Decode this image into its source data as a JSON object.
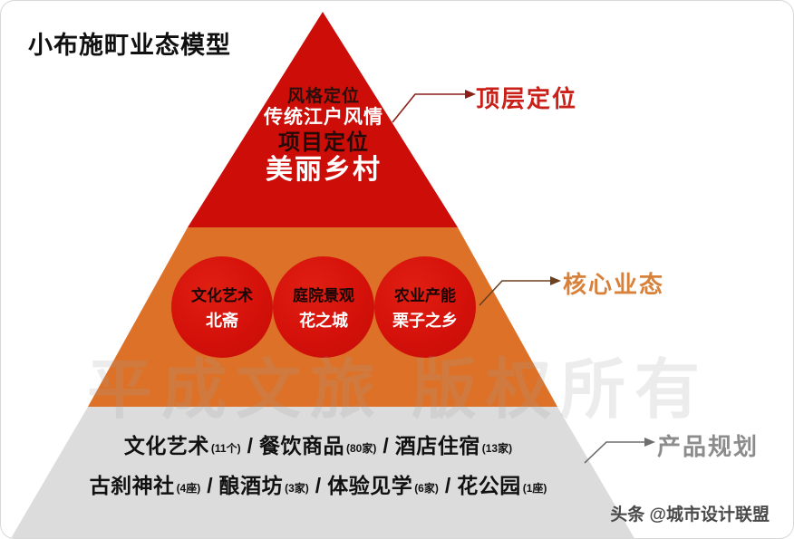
{
  "page": {
    "title": "小布施町业态模型",
    "watermark": "平成文旅 版权所有",
    "footer_credit": "头条 @城市设计联盟"
  },
  "colors": {
    "top_tier": "#CC0D08",
    "middle_tier": "#DC7127",
    "base_tier": "#DCDCDC",
    "circle": "#D4110A",
    "label_top": "#C9211A",
    "label_core": "#D8813A",
    "label_base": "#8C8C8C",
    "title": "#101010"
  },
  "pyramid": {
    "top_tier": {
      "label": "顶层定位",
      "lines": [
        {
          "text": "风格定位",
          "style": "dark"
        },
        {
          "text": "传统江户风情",
          "style": "light"
        },
        {
          "text": "项目定位",
          "style": "dark"
        },
        {
          "text": "美丽乡村",
          "style": "light-large"
        }
      ]
    },
    "middle_tier": {
      "label": "核心业态",
      "circles": [
        {
          "category": "文化艺术",
          "value": "北斋"
        },
        {
          "category": "庭院景观",
          "value": "花之城"
        },
        {
          "category": "农业产能",
          "value": "栗子之乡"
        }
      ]
    },
    "base_tier": {
      "label": "产品规划",
      "rows": [
        [
          {
            "name": "文化艺术",
            "count": "(11个)"
          },
          {
            "name": "餐饮商品",
            "count": "(80家)"
          },
          {
            "name": "酒店住宿",
            "count": "(13家)"
          }
        ],
        [
          {
            "name": "古刹神社",
            "count": "(4座)"
          },
          {
            "name": "酿酒坊",
            "count": "(3家)"
          },
          {
            "name": "体验见学",
            "count": "(6家)"
          },
          {
            "name": "花公园",
            "count": "(1座)"
          }
        ]
      ],
      "separator": "/"
    }
  }
}
